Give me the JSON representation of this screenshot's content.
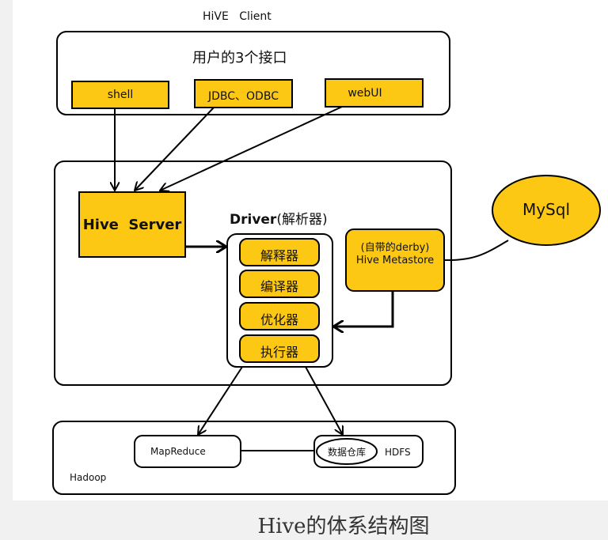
{
  "colors": {
    "box_fill": "#fcc814",
    "stroke": "#000000",
    "canvas": "#ffffff",
    "page_bg": "#f1f1f1"
  },
  "client": {
    "group_title": "HiVE   Client",
    "interfaces_title": "用户的3个接口",
    "interfaces": [
      "shell",
      "JDBC、ODBC",
      "webUI"
    ]
  },
  "server": {
    "hive_server": "Hive  Server",
    "driver_title_bold": "Driver",
    "driver_title_rest": "(解析器)",
    "driver_components": [
      "解释器",
      "编译器",
      "优化器",
      "执行器"
    ],
    "metastore_line1": "(自带的derby)",
    "metastore_line2": "Hive Metastore"
  },
  "mysql": "MySql",
  "hadoop": {
    "label": "Hadoop",
    "mapreduce": "MapReduce",
    "warehouse": "数据仓库",
    "hdfs": "HDFS"
  },
  "caption": "Hive的体系结构图"
}
